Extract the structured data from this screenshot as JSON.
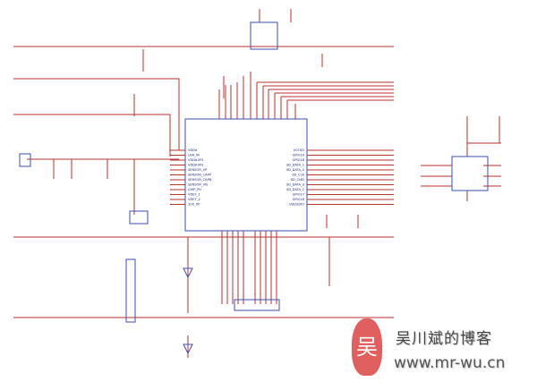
{
  "schematic": {
    "main_chip": {
      "left_pins": [
        "VDDA",
        "LNA_IN",
        "VDDA3P3",
        "VDDA3P3",
        "SENSOR_VP",
        "SENSOR_CAPP",
        "SENSOR_CAPN",
        "SENSOR_VN",
        "CHIP_PU",
        "VDET_1",
        "VDET_2",
        "32K_XP"
      ],
      "right_pins": [
        "U0TXD",
        "GPIO19",
        "GPIO18",
        "SD_DATA_1",
        "SD_DATA_0",
        "SD_CLK",
        "SD_CMD",
        "SD_DATA_3",
        "SD_DATA_2",
        "GPIO17",
        "GPIO16",
        "VDDSDIO"
      ]
    },
    "colors": {
      "wire": "#b8322e",
      "component": "#3a4fb0",
      "watermark_logo": "#e06060"
    }
  },
  "watermark": {
    "logo_char": "吴",
    "title": "吴川斌的博客",
    "url": "www.mr-wu.cn"
  }
}
